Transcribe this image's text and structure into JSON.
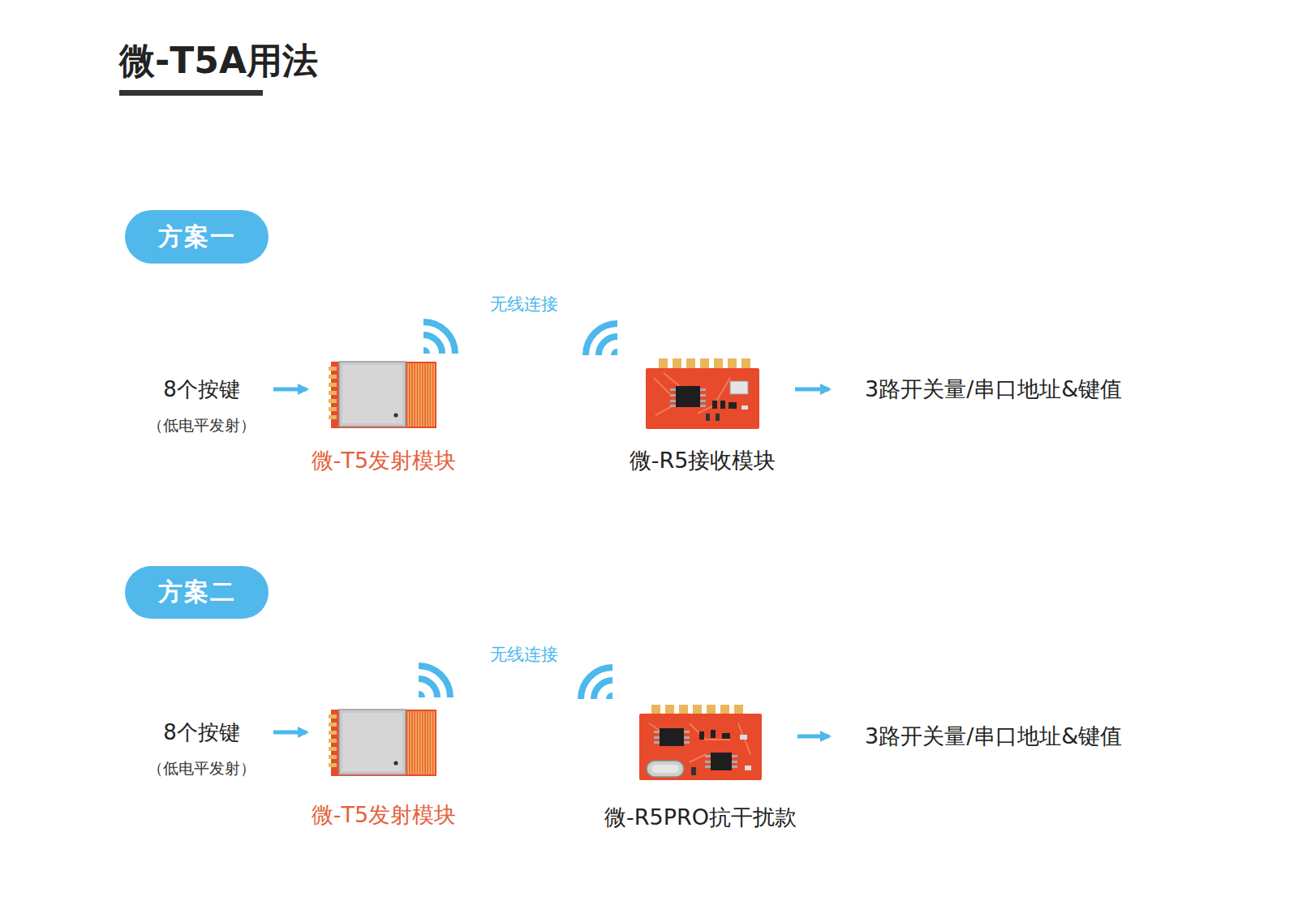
{
  "diagram": {
    "title": "微-T5A用法",
    "nodes": [
      {
        "text": [
          "方案一"
        ]
      },
      {
        "text": [
          "8个按键",
          "（低电平发射）"
        ]
      },
      {
        "text": [
          "微-T5发射模块"
        ]
      },
      {
        "text": [
          "微-R5接收模块"
        ]
      },
      {
        "text": [
          "3路开关量/串口地址&键值"
        ]
      },
      {
        "text": [
          "方案二"
        ]
      },
      {
        "text": [
          "8个按键",
          "（低电平发射）"
        ]
      },
      {
        "text": [
          "微-T5发射模块"
        ]
      },
      {
        "text": [
          "微-R5PRO抗干扰款"
        ]
      },
      {
        "text": [
          "3路开关量/串口地址&键值"
        ]
      }
    ],
    "edges": [
      {
        "from": 1,
        "to": 2,
        "arrow": "to"
      },
      {
        "from": 3,
        "to": 4,
        "arrow": "to"
      },
      {
        "from": 6,
        "to": 7,
        "arrow": "to"
      },
      {
        "from": 8,
        "to": 9,
        "arrow": "to"
      }
    ],
    "labels": [
      "无线连接",
      "无线连接"
    ]
  }
}
